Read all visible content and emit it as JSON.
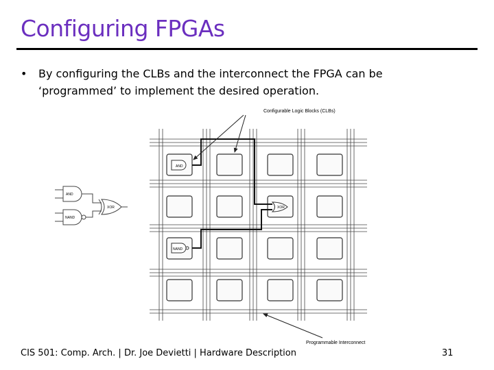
{
  "slide": {
    "title": "Configuring FPGAs",
    "bullet_marker": "•",
    "bullet_line1": "By configuring the CLBs and the interconnect the FPGA can be",
    "bullet_line2": "‘programmed’ to implement the desired operation."
  },
  "figure": {
    "clb_label": "Configurable Logic Blocks (CLBs)",
    "interconnect_label": "Programmable Interconnect",
    "gate_and": "AND",
    "gate_nand": "NAND",
    "gate_xor": "XOR"
  },
  "footer": {
    "text": "CIS 501: Comp. Arch.  |  Dr. Joe Devietti  |  Hardware Description",
    "page": "31"
  }
}
